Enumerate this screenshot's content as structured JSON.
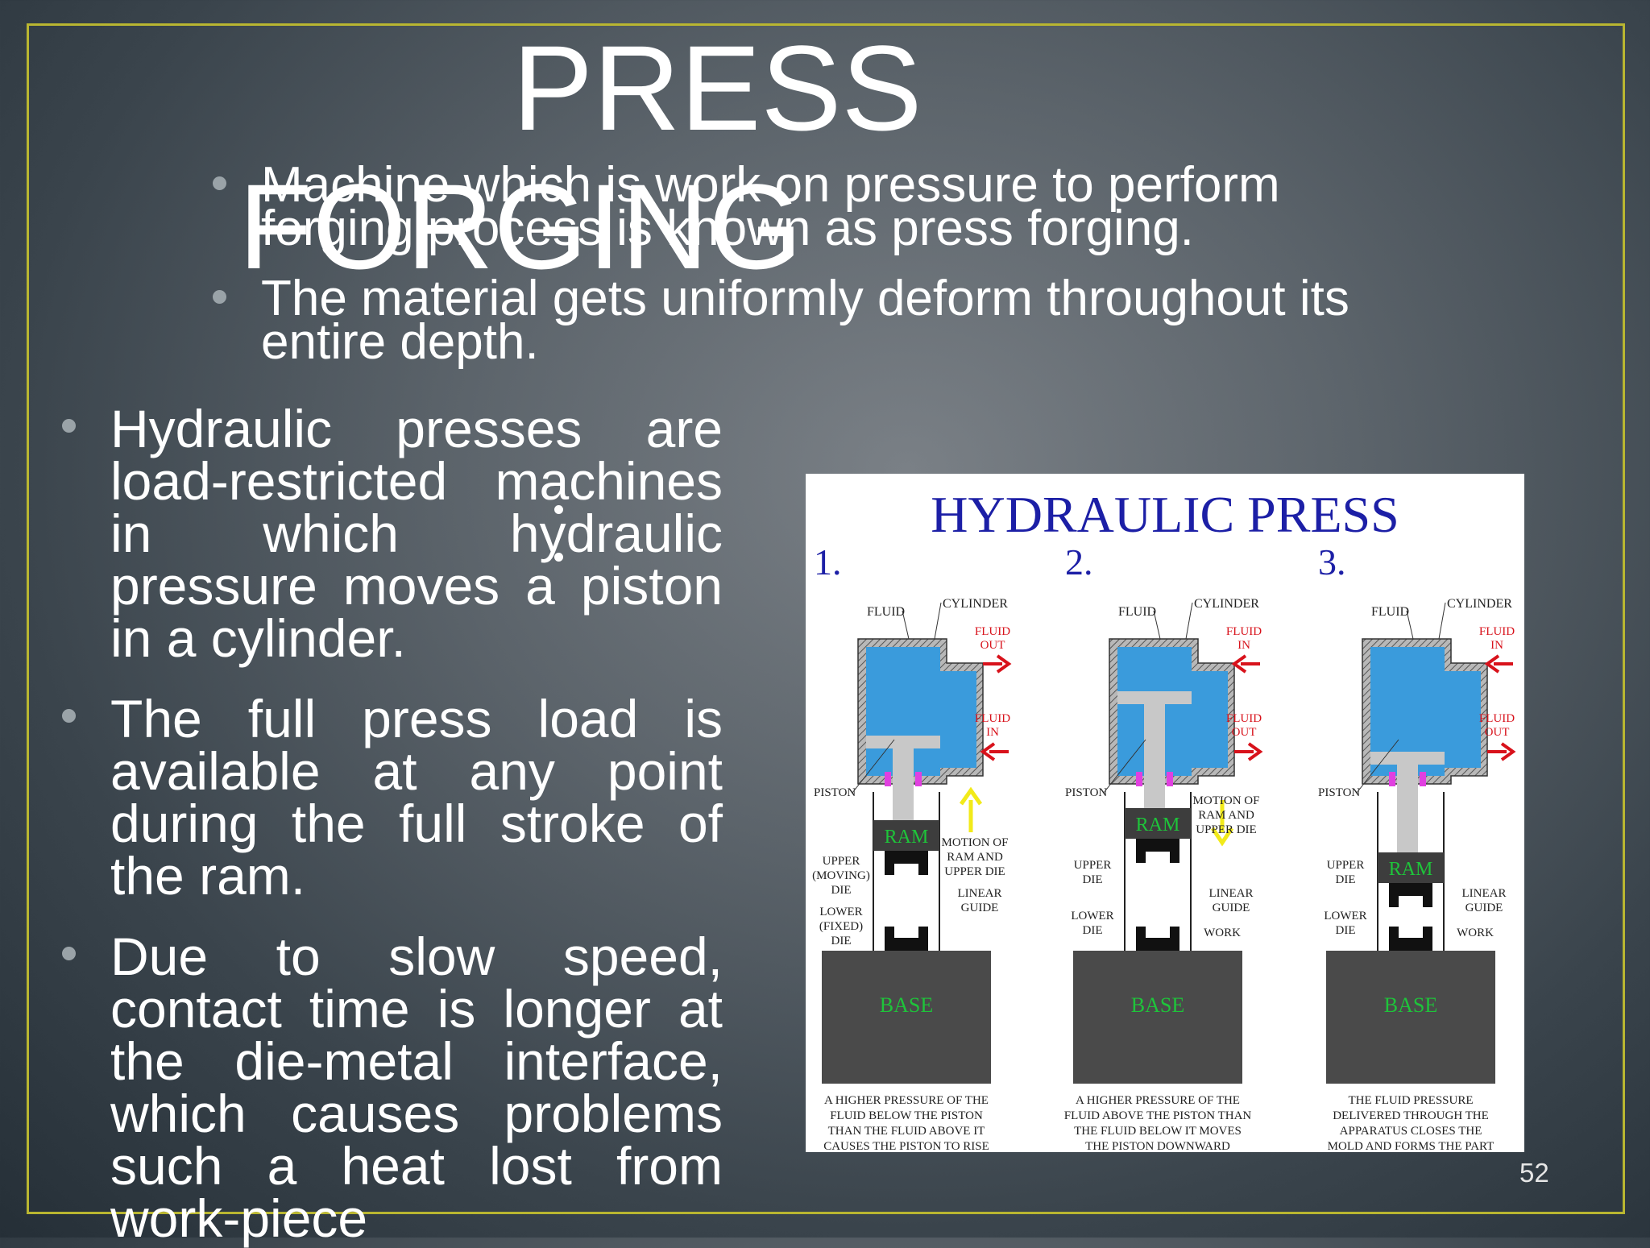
{
  "slide": {
    "title_line1": "PRESS",
    "title_line2": "FORGING",
    "top_bullets": [
      {
        "line1": "Machine which is work on pressure to perform",
        "line2": "forging process is known as press forging."
      },
      {
        "line1": "The material gets uniformly deform throughout its",
        "line2": "entire depth."
      }
    ],
    "left_bullets": [
      {
        "lines": [
          "Hydraulic presses are",
          "load-restricted machines",
          "in which hydraulic",
          "pressure moves a piston",
          "in a cylinder."
        ]
      },
      {
        "lines": [
          "The full press load is",
          "available at any point",
          "during the full stroke of",
          "the ram."
        ]
      },
      {
        "lines": [
          "Due to slow speed,",
          "contact time is longer at",
          "the die-metal interface,",
          "which causes problems",
          "such a heat lost from",
          "work-piece"
        ]
      }
    ],
    "page_number": "52"
  },
  "diagram": {
    "title": "HYDRAULIC PRESS",
    "panels": [
      {
        "number": "1.",
        "fluid": "FLUID",
        "cylinder": "CYLINDER",
        "port_top": [
          "FLUID",
          "OUT"
        ],
        "port_bottom": [
          "FLUID",
          "IN"
        ],
        "piston": "PISTON",
        "ram": "RAM",
        "motion": [
          "MOTION OF",
          "RAM AND",
          "UPPER DIE"
        ],
        "upper_die": [
          "UPPER",
          "(MOVING)",
          "DIE"
        ],
        "lower_die": [
          "LOWER",
          "(FIXED)",
          "DIE"
        ],
        "guide": [
          "LINEAR",
          "GUIDE"
        ],
        "work": "",
        "base": "BASE",
        "caption": [
          "A HIGHER PRESSURE OF THE",
          "FLUID BELOW THE PISTON",
          "THAN THE FLUID ABOVE IT",
          "CAUSES THE PISTON TO RISE"
        ]
      },
      {
        "number": "2.",
        "fluid": "FLUID",
        "cylinder": "CYLINDER",
        "port_top": [
          "FLUID",
          "IN"
        ],
        "port_bottom": [
          "FLUID",
          "OUT"
        ],
        "piston": "PISTON",
        "ram": "RAM",
        "motion": [
          "MOTION OF",
          "RAM AND",
          "UPPER DIE"
        ],
        "upper_die": [
          "UPPER",
          "DIE"
        ],
        "lower_die": [
          "LOWER",
          "DIE"
        ],
        "guide": [
          "LINEAR",
          "GUIDE"
        ],
        "work": "WORK",
        "base": "BASE",
        "caption": [
          "A HIGHER PRESSURE OF THE",
          "FLUID ABOVE THE PISTON THAN",
          "THE FLUID BELOW IT MOVES",
          "THE PISTON DOWNWARD"
        ]
      },
      {
        "number": "3.",
        "fluid": "FLUID",
        "cylinder": "CYLINDER",
        "port_top": [
          "FLUID",
          "IN"
        ],
        "port_bottom": [
          "FLUID",
          "OUT"
        ],
        "piston": "PISTON",
        "ram": "RAM",
        "motion": [],
        "upper_die": [
          "UPPER",
          "DIE"
        ],
        "lower_die": [
          "LOWER",
          "DIE"
        ],
        "guide": [
          "LINEAR",
          "GUIDE"
        ],
        "work": "WORK",
        "base": "BASE",
        "caption": [
          "THE FLUID PRESSURE",
          "DELIVERED THROUGH THE",
          "APPARATUS CLOSES THE",
          "MOLD AND FORMS THE PART"
        ]
      }
    ]
  },
  "colors": {
    "frame": "#b9b631",
    "diagram_title": "#1c1fa6",
    "fluid": "#3a9bdc",
    "arrow": "#d8121b",
    "motion_arrow": "#f2ea1a",
    "base_text": "#1ec43a"
  }
}
